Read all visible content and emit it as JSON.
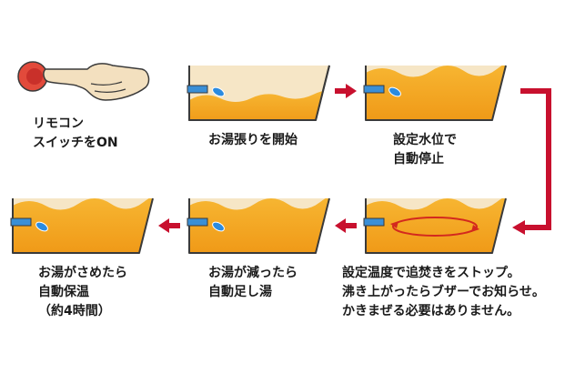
{
  "colors": {
    "tub_cream": "#f6e6c6",
    "outline": "#3a3a3a",
    "water_top": "#f7b733",
    "water_bottom": "#ef9614",
    "pipe": "#3a8fd6",
    "drop": "#2b8be0",
    "arrow_red": "#c8102e",
    "swirl": "#d3281e",
    "button_red": "#e24a3b",
    "hand": "#f3e0bf"
  },
  "steps": [
    {
      "id": "remote",
      "lines": [
        "リモコン",
        "スイッチをON"
      ]
    },
    {
      "id": "fill-start",
      "lines": [
        "お湯張りを開始"
      ]
    },
    {
      "id": "set-level",
      "lines": [
        "設定水位で",
        "自動停止"
      ]
    },
    {
      "id": "temp-stop",
      "lines": [
        "設定温度で追焚きをストップ。",
        "沸き上がったらブザーでお知らせ。",
        "かきまぜる必要はありません。"
      ]
    },
    {
      "id": "auto-refill",
      "lines": [
        "お湯が減ったら",
        "自動足し湯"
      ]
    },
    {
      "id": "auto-keep-warm",
      "lines": [
        "お湯がさめたら",
        "自動保温",
        "（約4時間）"
      ]
    }
  ]
}
